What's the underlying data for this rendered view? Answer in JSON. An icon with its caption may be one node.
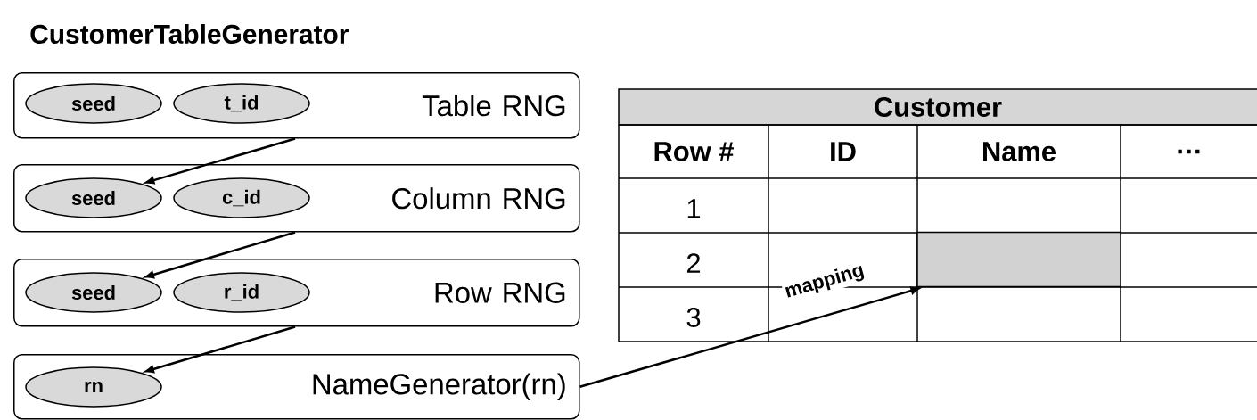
{
  "diagram": {
    "title": "CustomerTableGenerator",
    "nodes": [
      {
        "text": [
          "Table RNG"
        ]
      },
      {
        "text": [
          "seed"
        ],
        "in": 0
      },
      {
        "text": [
          "t_id"
        ],
        "in": 0
      },
      {
        "text": [
          "Column RNG"
        ]
      },
      {
        "text": [
          "seed"
        ],
        "in": 3
      },
      {
        "text": [
          "c_id"
        ],
        "in": 3
      },
      {
        "text": [
          "Row RNG"
        ]
      },
      {
        "text": [
          "seed"
        ],
        "in": 6
      },
      {
        "text": [
          "r_id"
        ],
        "in": 6
      },
      {
        "text": [
          "NameGenerator(rn)"
        ]
      },
      {
        "text": [
          "rn"
        ],
        "in": 9
      },
      {
        "text": [],
        "shape": "box"
      }
    ],
    "edges": [
      {
        "from": 0,
        "to": 4,
        "arrow": "to"
      },
      {
        "from": 3,
        "to": 7,
        "arrow": "to"
      },
      {
        "from": 6,
        "to": 10,
        "arrow": "to"
      },
      {
        "from": 9,
        "to": 11,
        "arrow": "to",
        "label": "mapping"
      }
    ],
    "labels": [
      "Customer",
      "Row #",
      "ID",
      "Name",
      "…",
      "1",
      "2",
      "3"
    ]
  }
}
